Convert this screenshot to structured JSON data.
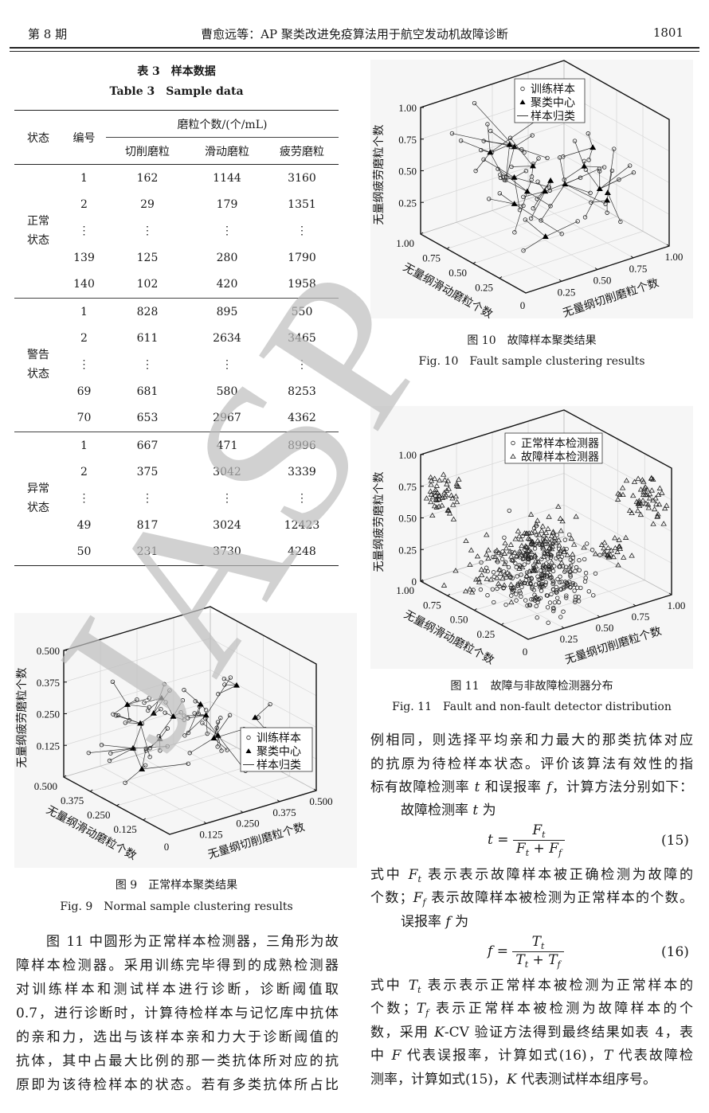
{
  "header": {
    "issue": "第 8 期",
    "title": "曹愈远等：AP 聚类改进免疫算法用于航空发动机故障诊断",
    "page_number": "1801"
  },
  "table3": {
    "caption_cn": "表 3　样本数据",
    "caption_en": "Table 3　Sample data",
    "col_state": "状态",
    "col_id": "编号",
    "col_group": "磨粒个数/(个/mL)",
    "col_cut": "切削磨粒",
    "col_slide": "滑动磨粒",
    "col_fatigue": "疲劳磨粒",
    "groups": [
      {
        "state": [
          "正常",
          "状态"
        ],
        "rows": [
          [
            "1",
            "162",
            "1144",
            "3160"
          ],
          [
            "2",
            "29",
            "179",
            "1351"
          ],
          [
            "⋮",
            "⋮",
            "⋮",
            "⋮"
          ],
          [
            "139",
            "125",
            "280",
            "1790"
          ],
          [
            "140",
            "102",
            "420",
            "1958"
          ]
        ]
      },
      {
        "state": [
          "警告",
          "状态"
        ],
        "rows": [
          [
            "1",
            "828",
            "895",
            "550"
          ],
          [
            "2",
            "611",
            "2634",
            "3465"
          ],
          [
            "⋮",
            "⋮",
            "⋮",
            "⋮"
          ],
          [
            "69",
            "681",
            "580",
            "8253"
          ],
          [
            "70",
            "653",
            "2967",
            "4362"
          ]
        ]
      },
      {
        "state": [
          "异常",
          "状态"
        ],
        "rows": [
          [
            "1",
            "667",
            "471",
            "8996"
          ],
          [
            "2",
            "375",
            "3042",
            "3339"
          ],
          [
            "⋮",
            "⋮",
            "⋮",
            "⋮"
          ],
          [
            "49",
            "817",
            "3024",
            "12423"
          ],
          [
            "50",
            "231",
            "3730",
            "4248"
          ]
        ]
      }
    ]
  },
  "chart_data": [
    {
      "type": "scatter3d",
      "caption_cn": "图 9　正常样本聚类结果",
      "caption_en": "Fig. 9　Normal sample clustering results",
      "xlabel": "无量纲切削磨粒个数",
      "ylabel": "无量纲滑动磨粒个数",
      "zlabel": "无量纲疲劳磨粒个数",
      "origin_label": "0",
      "xticks": [
        "0.125",
        "0.250",
        "0.375",
        "0.500"
      ],
      "yticks": [
        "0.125",
        "0.250",
        "0.375",
        "0.500"
      ],
      "zticks": [
        "0.125",
        "0.250",
        "0.375",
        "0.500"
      ],
      "xlim": [
        0,
        0.5
      ],
      "ylim": [
        0,
        0.5
      ],
      "zlim": [
        0,
        0.5
      ],
      "legend": [
        "训练样本",
        "聚类中心",
        "样本归类"
      ],
      "legend_placement": "right"
    },
    {
      "type": "scatter3d",
      "caption_cn": "图 10　故障样本聚类结果",
      "caption_en": "Fig. 10　Fault sample clustering results",
      "xlabel": "无量纲切削磨粒个数",
      "ylabel": "无量纲滑动磨粒个数",
      "zlabel": "无量纲疲劳磨粒个数",
      "origin_label": "0",
      "xticks": [
        "0.25",
        "0.50",
        "0.75",
        "1.00"
      ],
      "yticks": [
        "0.25",
        "0.50",
        "0.75",
        "1.00"
      ],
      "zticks": [
        "0.25",
        "0.50",
        "0.75",
        "1.00"
      ],
      "xlim": [
        0,
        1
      ],
      "ylim": [
        0,
        1
      ],
      "zlim": [
        0,
        1
      ],
      "legend": [
        "训练样本",
        "聚类中心",
        "样本归类"
      ],
      "legend_placement": "top"
    },
    {
      "type": "scatter3d",
      "caption_cn": "图 11　故障与非故障检测器分布",
      "caption_en": "Fig. 11　Fault and non-fault detector distribution",
      "xlabel": "无量纲切削磨粒个数",
      "ylabel": "无量纲滑动磨粒个数",
      "zlabel": "无量纲疲劳磨粒个数",
      "origin_label": "0",
      "xticks": [
        "0.25",
        "0.50",
        "0.75",
        "1.00"
      ],
      "yticks": [
        "0.25",
        "0.50",
        "0.75",
        "1.00"
      ],
      "zticks": [
        "0",
        "0.25",
        "0.50",
        "0.75",
        "1.00"
      ],
      "xlim": [
        0,
        1
      ],
      "ylim": [
        0,
        1
      ],
      "zlim": [
        0,
        1
      ],
      "legend": [
        "正常样本检测器",
        "故障样本检测器"
      ],
      "legend_placement": "top"
    }
  ],
  "left_paragraph": [
    [
      {
        "t": "图 11 中圆形为正常样本检测器，三角形为故"
      }
    ],
    [
      {
        "t": "障样本检测器。采用训练完毕得到的成熟检测器"
      }
    ],
    [
      {
        "t": "对训练样本和测试样本进行诊断，诊断阈值取"
      }
    ],
    [
      {
        "t": "0.7，进行诊断时，计算待检样本与记忆库中抗体"
      }
    ],
    [
      {
        "t": "的亲和力，选出与该样本亲和力大于诊断阈值的"
      }
    ],
    [
      {
        "t": "抗体，其中占最大比例的那一类抗体所对应的抗"
      }
    ],
    [
      {
        "t": "原即为该待检样本的状态。若有多类抗体所占比"
      }
    ]
  ],
  "right_paragraph_1": [
    [
      {
        "t": "例相同，则选择平均亲和力最大的那类抗体对应"
      }
    ],
    [
      {
        "t": "的抗原为待检样本状态。评价该算法有效性的指"
      }
    ],
    [
      {
        "t": "标有故障检测率 "
      },
      {
        "v": "t"
      },
      {
        "t": " 和误报率 "
      },
      {
        "v": "f"
      },
      {
        "t": "，计算方法分别如下："
      }
    ]
  ],
  "t_intro": [
    {
      "t": "故障检测率 "
    },
    {
      "v": "t"
    },
    {
      "t": " 为"
    }
  ],
  "eq15": {
    "lhs": "t",
    "eq": " = ",
    "num": "F",
    "num_sub": "t",
    "den_a": "F",
    "den_a_sub": "t",
    "plus": " + ",
    "den_b": "F",
    "den_b_sub": "f",
    "number": "(15)"
  },
  "right_paragraph_2": [
    [
      {
        "t": "式中 "
      },
      {
        "v": "F",
        "s": "t"
      },
      {
        "t": " 表示表示故障样本被正确检测为故障的"
      }
    ],
    [
      {
        "t": "个数；"
      },
      {
        "v": "F",
        "s": "f"
      },
      {
        "t": " 表示故障样本被检测为正常样本的个数。"
      }
    ]
  ],
  "f_intro": [
    {
      "t": "误报率 "
    },
    {
      "v": "f"
    },
    {
      "t": " 为"
    }
  ],
  "eq16": {
    "lhs": "f",
    "eq": " = ",
    "num": "T",
    "num_sub": "t",
    "den_a": "T",
    "den_a_sub": "t",
    "plus": " + ",
    "den_b": "T",
    "den_b_sub": "f",
    "number": "(16)"
  },
  "right_paragraph_3": [
    [
      {
        "t": "式中 "
      },
      {
        "v": "T",
        "s": "t"
      },
      {
        "t": " 表示表示正常样本被检测为正常样本的"
      }
    ],
    [
      {
        "t": "个数；"
      },
      {
        "v": "T",
        "s": "f"
      },
      {
        "t": " 表示正常样本被检测为故障样本的个"
      }
    ],
    [
      {
        "t": "数，采用 "
      },
      {
        "v": "K"
      },
      {
        "t": "-CV 验证方法得到最终结果如表 4，表"
      }
    ],
    [
      {
        "t": "中 "
      },
      {
        "v": "F"
      },
      {
        "t": " 代表误报率，计算如式(16)，"
      },
      {
        "v": "T"
      },
      {
        "t": " 代表故障检"
      }
    ],
    [
      {
        "t": "测率，计算如式(15)，"
      },
      {
        "v": "K"
      },
      {
        "t": " 代表测试样本组序号。"
      }
    ]
  ],
  "watermark": "JASP"
}
